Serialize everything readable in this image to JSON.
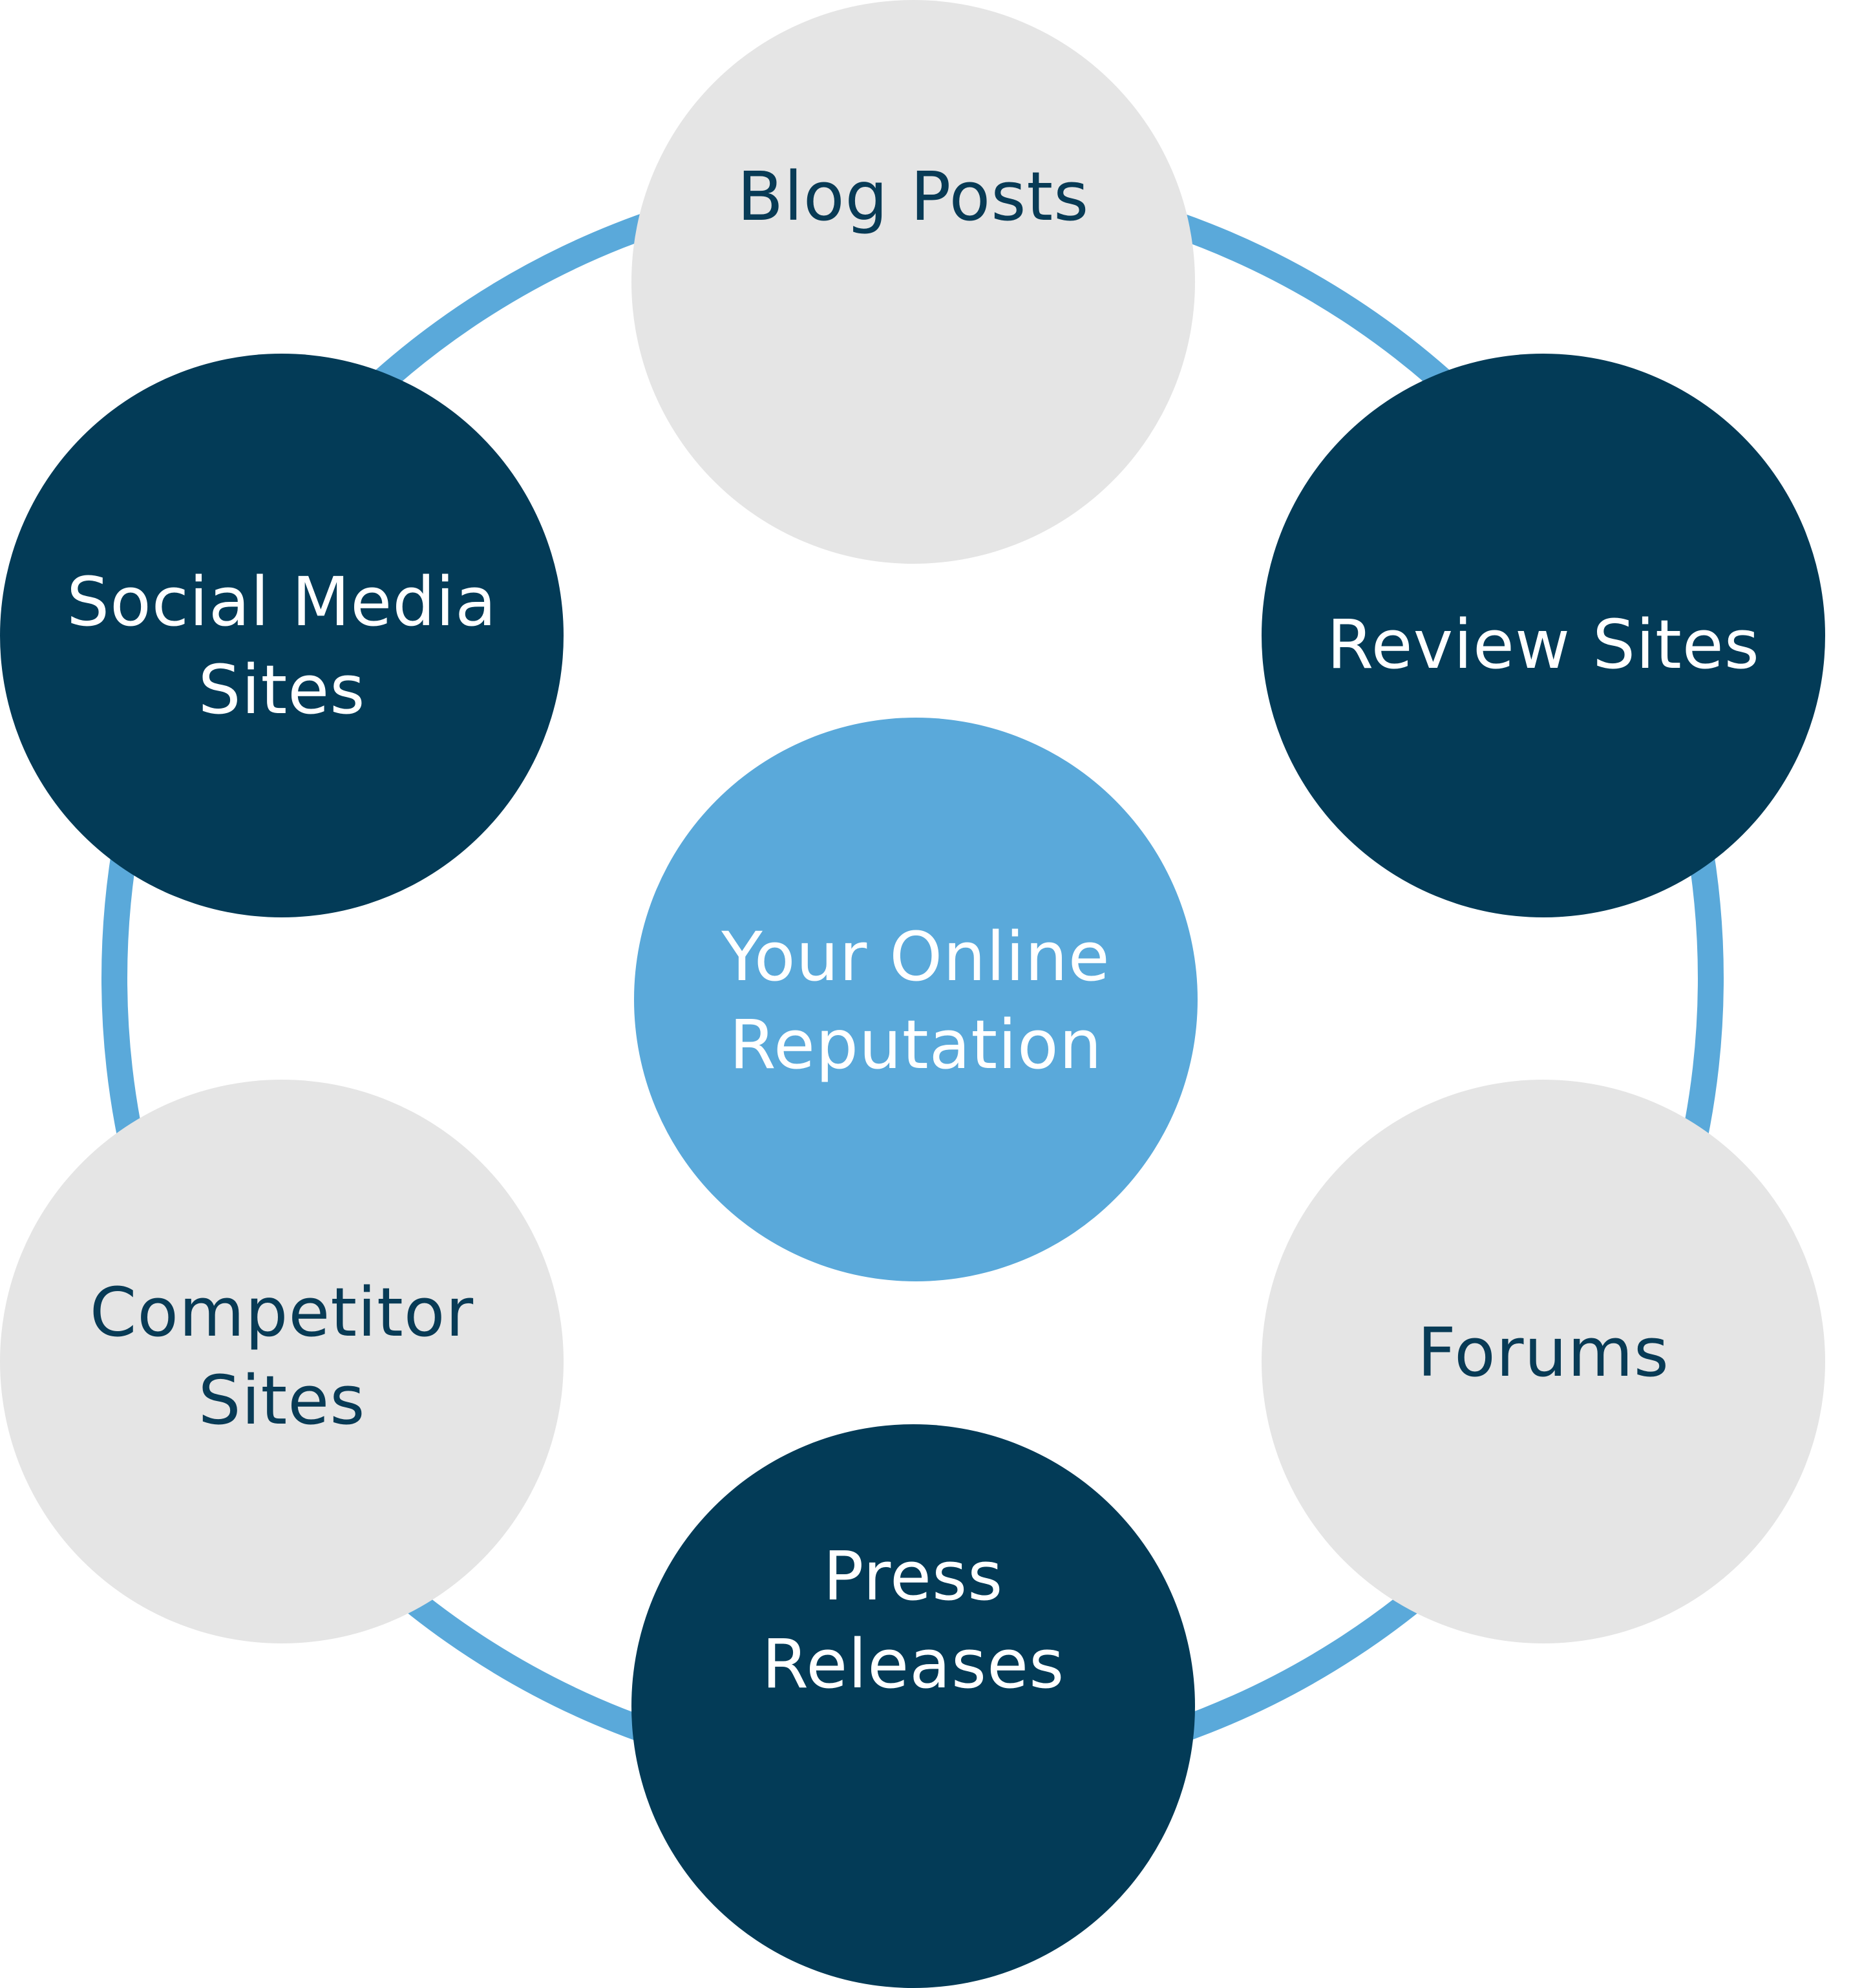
{
  "diagram": {
    "center": {
      "lines": [
        "Your Online",
        "Reputation"
      ]
    },
    "nodes": {
      "blog_posts": {
        "lines": [
          "Blog Posts"
        ]
      },
      "review_sites": {
        "lines": [
          "Review Sites"
        ]
      },
      "forums": {
        "lines": [
          "Forums"
        ]
      },
      "press_releases": {
        "lines": [
          "Press",
          "Releases"
        ]
      },
      "competitor_sites": {
        "lines": [
          "Competitor",
          "Sites"
        ]
      },
      "social_media_sites": {
        "lines": [
          "Social Media",
          "Sites"
        ]
      }
    },
    "colors": {
      "ring": "#5aa9da",
      "center_fill": "#5aa9da",
      "dark_fill": "#033b57",
      "light_fill": "#e5e5e5",
      "dark_text": "#083b56",
      "light_text": "#ffffff"
    }
  }
}
